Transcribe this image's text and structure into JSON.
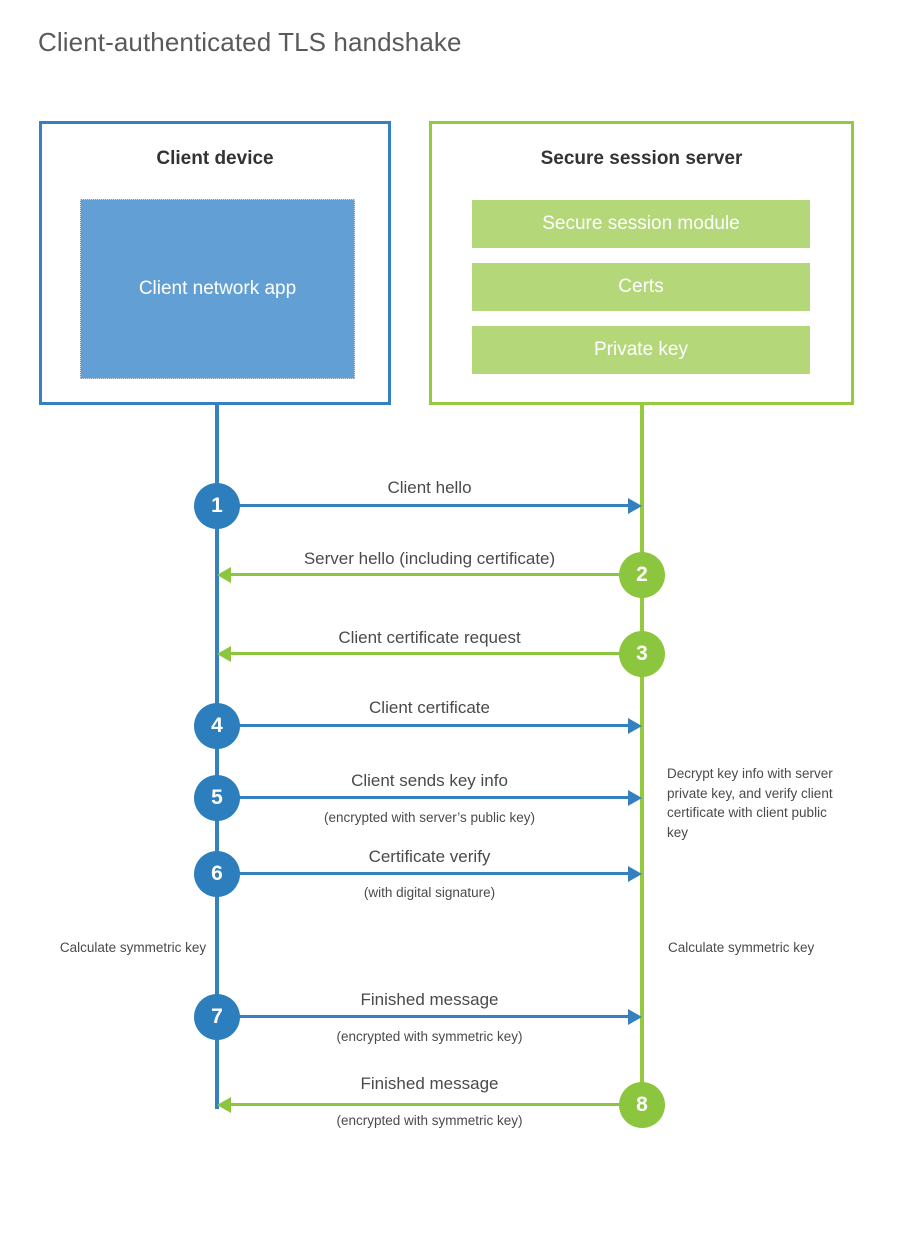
{
  "title": "Client-authenticated TLS handshake",
  "colors": {
    "client_blue": "#3580c0",
    "client_app_fill": "#629fd4",
    "server_green": "#96c93d",
    "server_bar_fill": "#b4d77a",
    "step_blue": "#2d7ebc",
    "step_green": "#8cc63e",
    "text": "#4a4a4a",
    "title_text": "#5a5a5a"
  },
  "client": {
    "title": "Client device",
    "app_label": "Client network app"
  },
  "server": {
    "title": "Secure session server",
    "modules": [
      {
        "label": "Secure session module"
      },
      {
        "label": "Certs"
      },
      {
        "label": "Private key"
      }
    ]
  },
  "steps": [
    {
      "number": "1",
      "label": "Client hello",
      "sublabel": "",
      "direction": "client-to-server",
      "color": "blue"
    },
    {
      "number": "2",
      "label": "Server hello (including certificate)",
      "sublabel": "",
      "direction": "server-to-client",
      "color": "green"
    },
    {
      "number": "3",
      "label": "Client certificate request",
      "sublabel": "",
      "direction": "server-to-client",
      "color": "green"
    },
    {
      "number": "4",
      "label": "Client certificate",
      "sublabel": "",
      "direction": "client-to-server",
      "color": "blue"
    },
    {
      "number": "5",
      "label": "Client sends key info",
      "sublabel": "(encrypted with server’s public key)",
      "direction": "client-to-server",
      "color": "blue"
    },
    {
      "number": "6",
      "label": "Certificate verify",
      "sublabel": "(with digital signature)",
      "direction": "client-to-server",
      "color": "blue"
    },
    {
      "number": "7",
      "label": "Finished message",
      "sublabel": "(encrypted with symmetric key)",
      "direction": "client-to-server",
      "color": "blue"
    },
    {
      "number": "8",
      "label": "Finished message",
      "sublabel": "(encrypted with symmetric key)",
      "direction": "server-to-client",
      "color": "green"
    }
  ],
  "annotations": {
    "decrypt": "Decrypt key info with server private key, and verify client certificate with client public key",
    "client_calculate": "Calculate symmetric key",
    "server_calculate": "Calculate symmetric key"
  }
}
